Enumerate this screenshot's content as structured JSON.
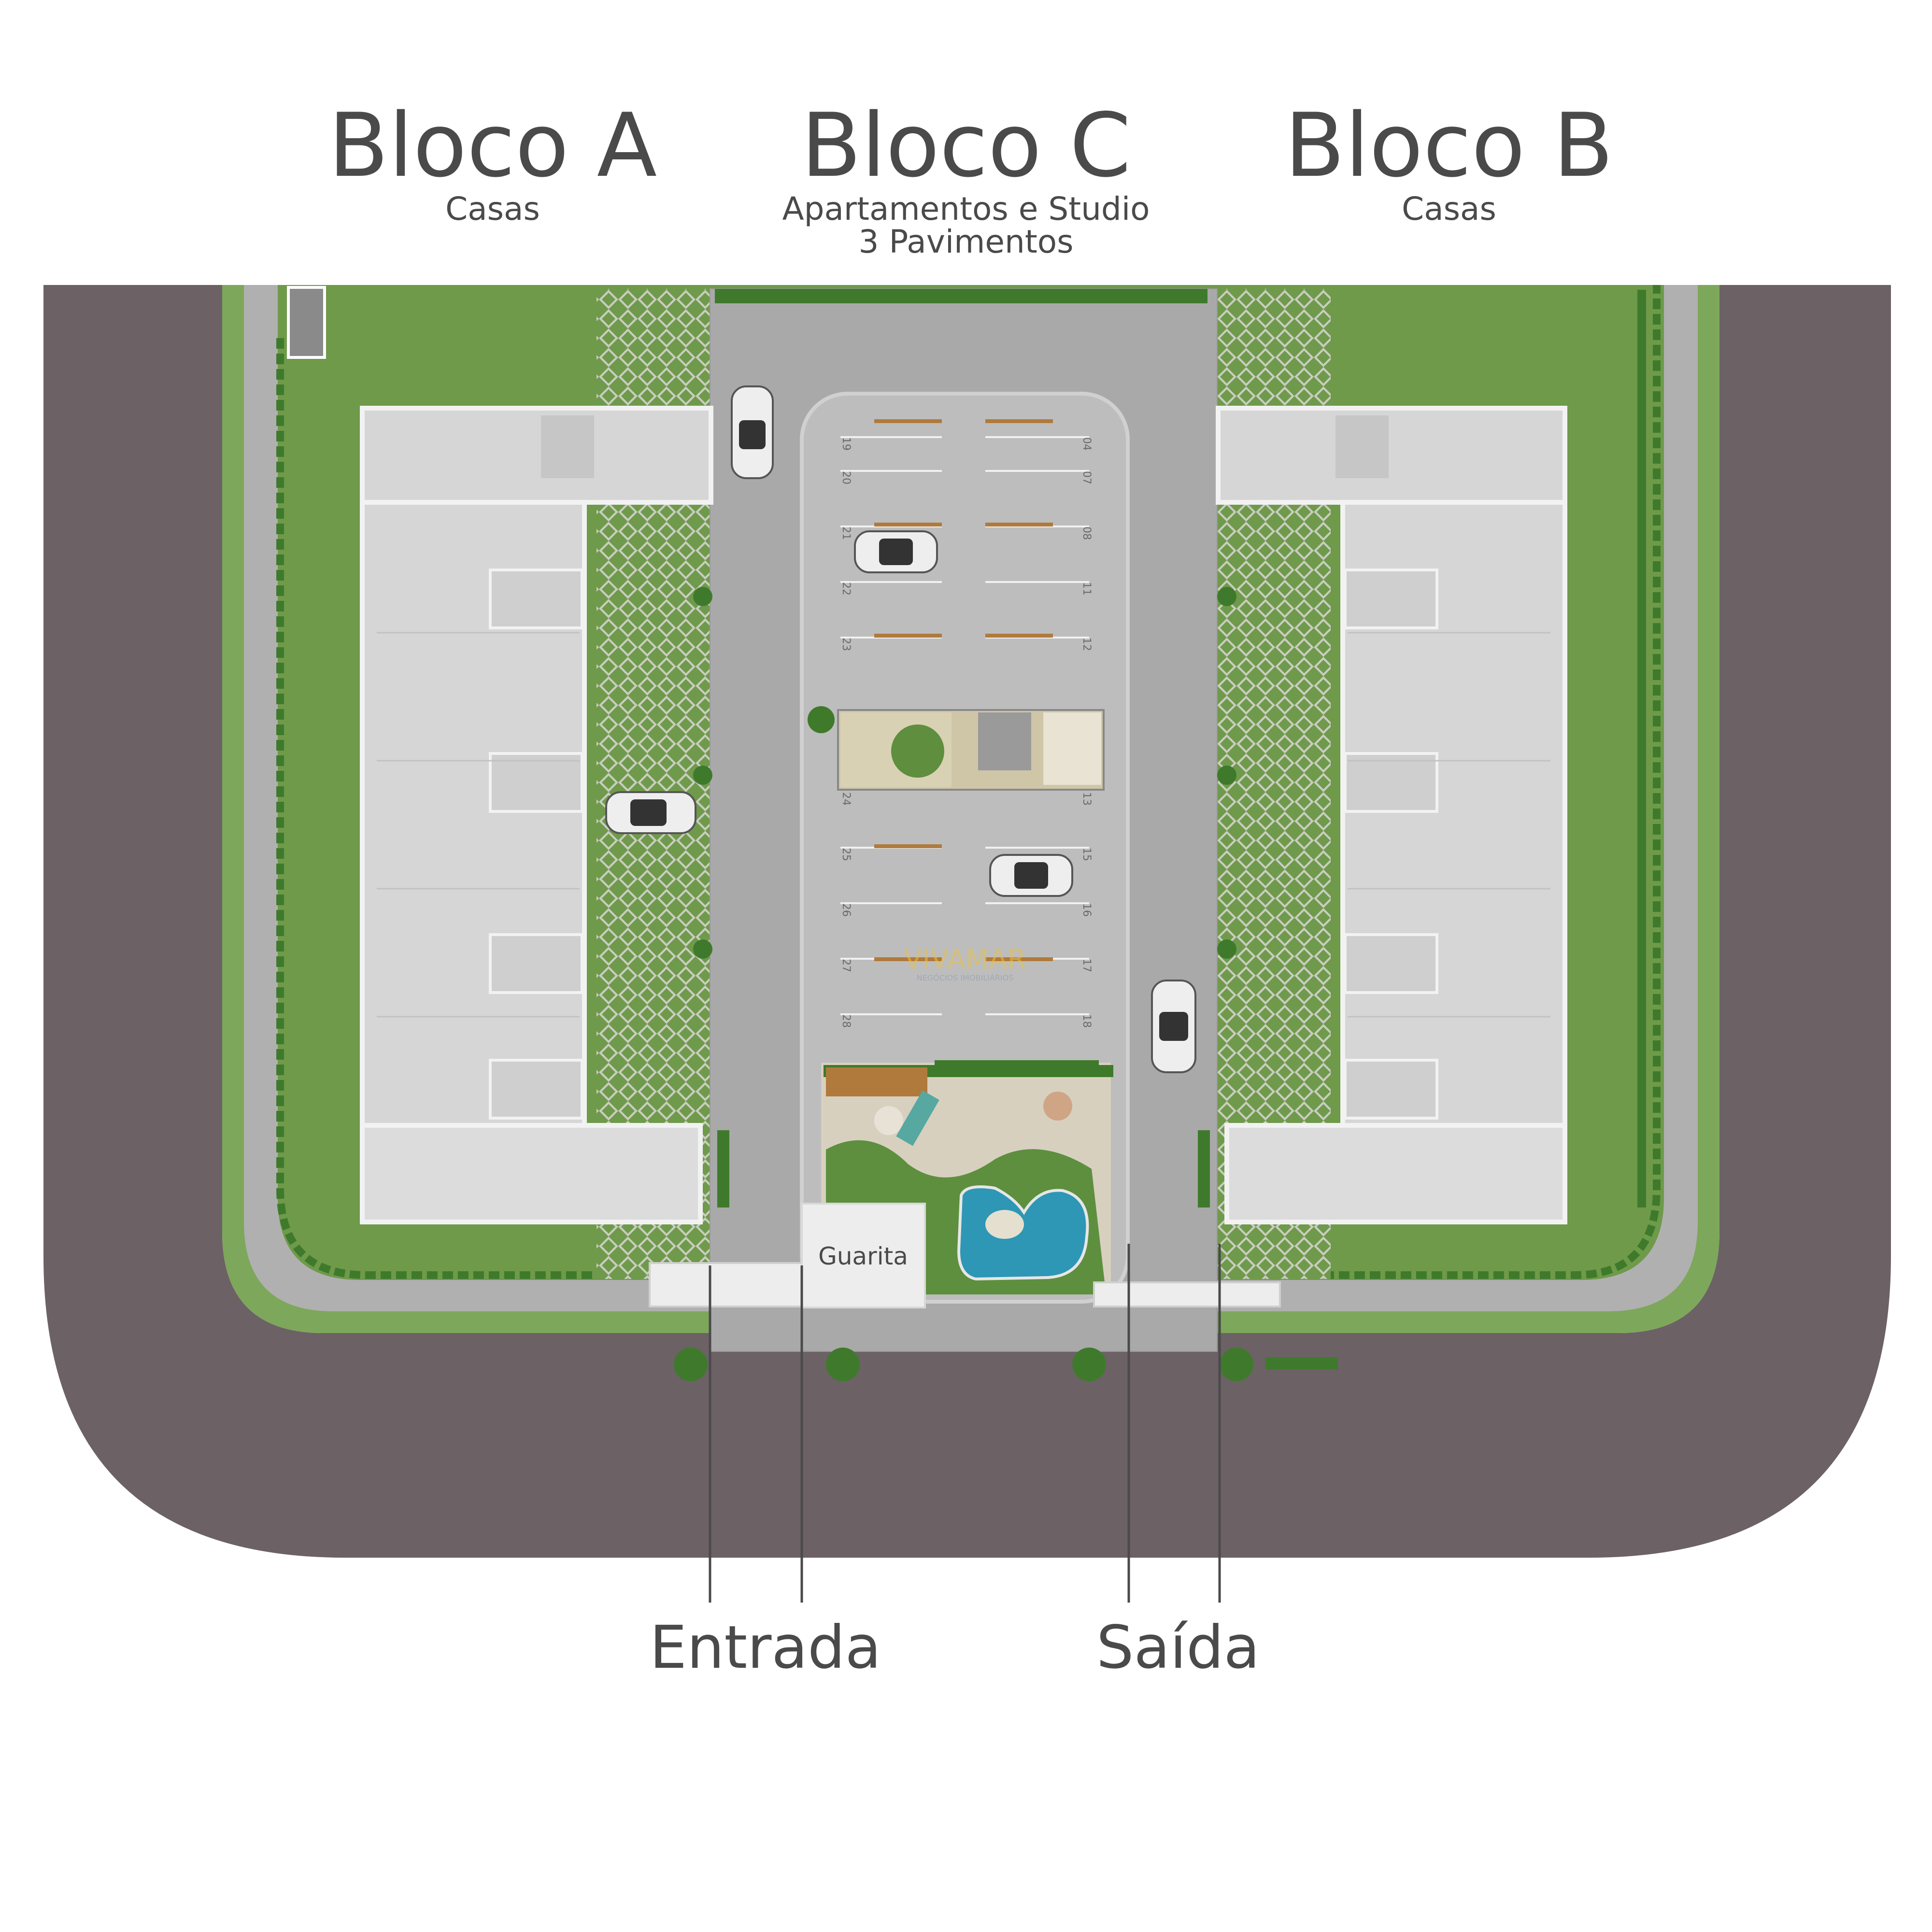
{
  "blocks": [
    {
      "name": "Bloco A",
      "subtitle": "Casas"
    },
    {
      "name": "Bloco C",
      "subtitle": "Apartamentos e Studio",
      "subtitle2": "3 Pavimentos"
    },
    {
      "name": "Bloco B",
      "subtitle": "Casas"
    }
  ],
  "labels": {
    "entrance": "Entrada",
    "exit": "Saída",
    "guard_house": "Guarita"
  },
  "parking_spots": {
    "left": [
      "19",
      "20",
      "21",
      "22",
      "23",
      "24",
      "25",
      "26",
      "27",
      "28"
    ],
    "right": [
      "04",
      "07",
      "08",
      "11",
      "12",
      "13",
      "15",
      "16",
      "17",
      "18"
    ]
  },
  "watermark": {
    "brand": "VIVAMAR",
    "tagline": "NEGÓCIOS IMOBILIÁRIOS"
  },
  "colors": {
    "road": "#6c6165",
    "grass": "#6e9a4a",
    "paving": "#b3b3b3",
    "building": "#d6d6d6",
    "pool": "#2d97b5",
    "text": "#4a4a4a"
  }
}
